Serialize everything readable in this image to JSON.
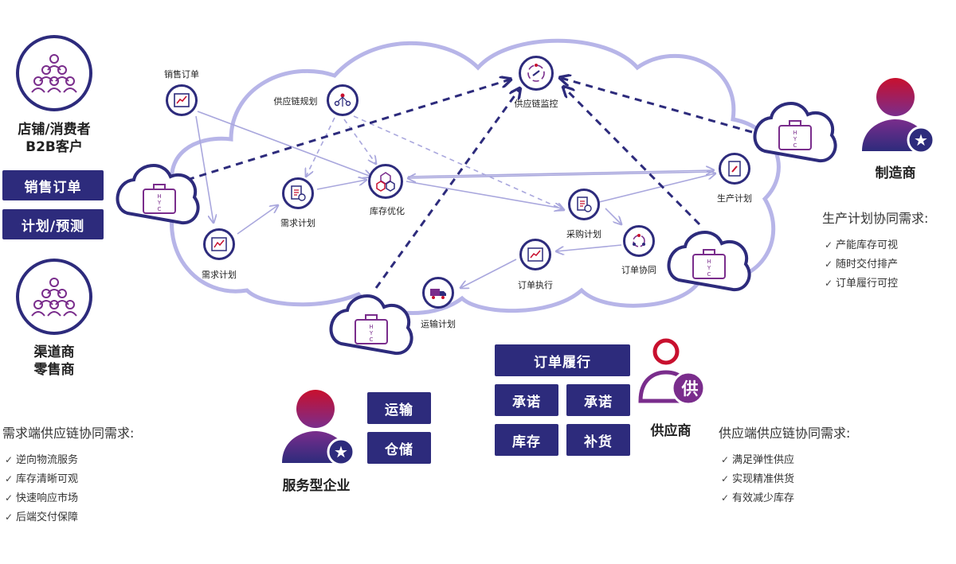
{
  "nodes": {
    "sales_order": "销售订单",
    "scm_plan": "供应链规划",
    "scm_monitor": "供应链监控",
    "demand_plan_a": "需求计划",
    "inventory_opt": "库存优化",
    "demand_plan_b": "需求计划",
    "purchase_plan": "采购计划",
    "production_plan": "生产计划",
    "order_collab": "订单协同",
    "order_exec": "订单执行",
    "transport_plan": "运输计划"
  },
  "cloud_logo_text": "HYC",
  "left": {
    "actor1": [
      "店铺/消费者",
      "B2B客户"
    ],
    "btn_sales": "销售订单",
    "btn_plan": "计划/预测",
    "actor2": [
      "渠道商",
      "零售商"
    ]
  },
  "service": {
    "title": "服务型企业",
    "btn_transport": "运输",
    "btn_storage": "仓储"
  },
  "supplier": {
    "title": "供应商",
    "badge": "供",
    "btn_fulfill": "订单履行",
    "btn_commit1": "承诺",
    "btn_commit2": "承诺",
    "btn_stock": "库存",
    "btn_replenish": "补货"
  },
  "manufacturer": {
    "title": "制造商",
    "needs_title": "生产计划协同需求:",
    "needs": [
      "产能库存可视",
      "随时交付排产",
      "订单履行可控"
    ]
  },
  "demand_side": {
    "title": "需求端供应链协同需求:",
    "needs": [
      "逆向物流服务",
      "库存清晰可观",
      "快速响应市场",
      "后端交付保障"
    ]
  },
  "supply_side": {
    "title": "供应端供应链协同需求:",
    "needs": [
      "满足弹性供应",
      "实现精准供货",
      "有效减少库存"
    ]
  },
  "colors": {
    "navy": "#2d2b7c",
    "cloud_border": "#b7b5e8",
    "red": "#c8102e",
    "purple": "#7a2d8c"
  },
  "icons": {
    "people_group": "people-group-icon",
    "person_star": "person-star-icon",
    "briefcase": "briefcase-icon",
    "check": "check-icon"
  }
}
